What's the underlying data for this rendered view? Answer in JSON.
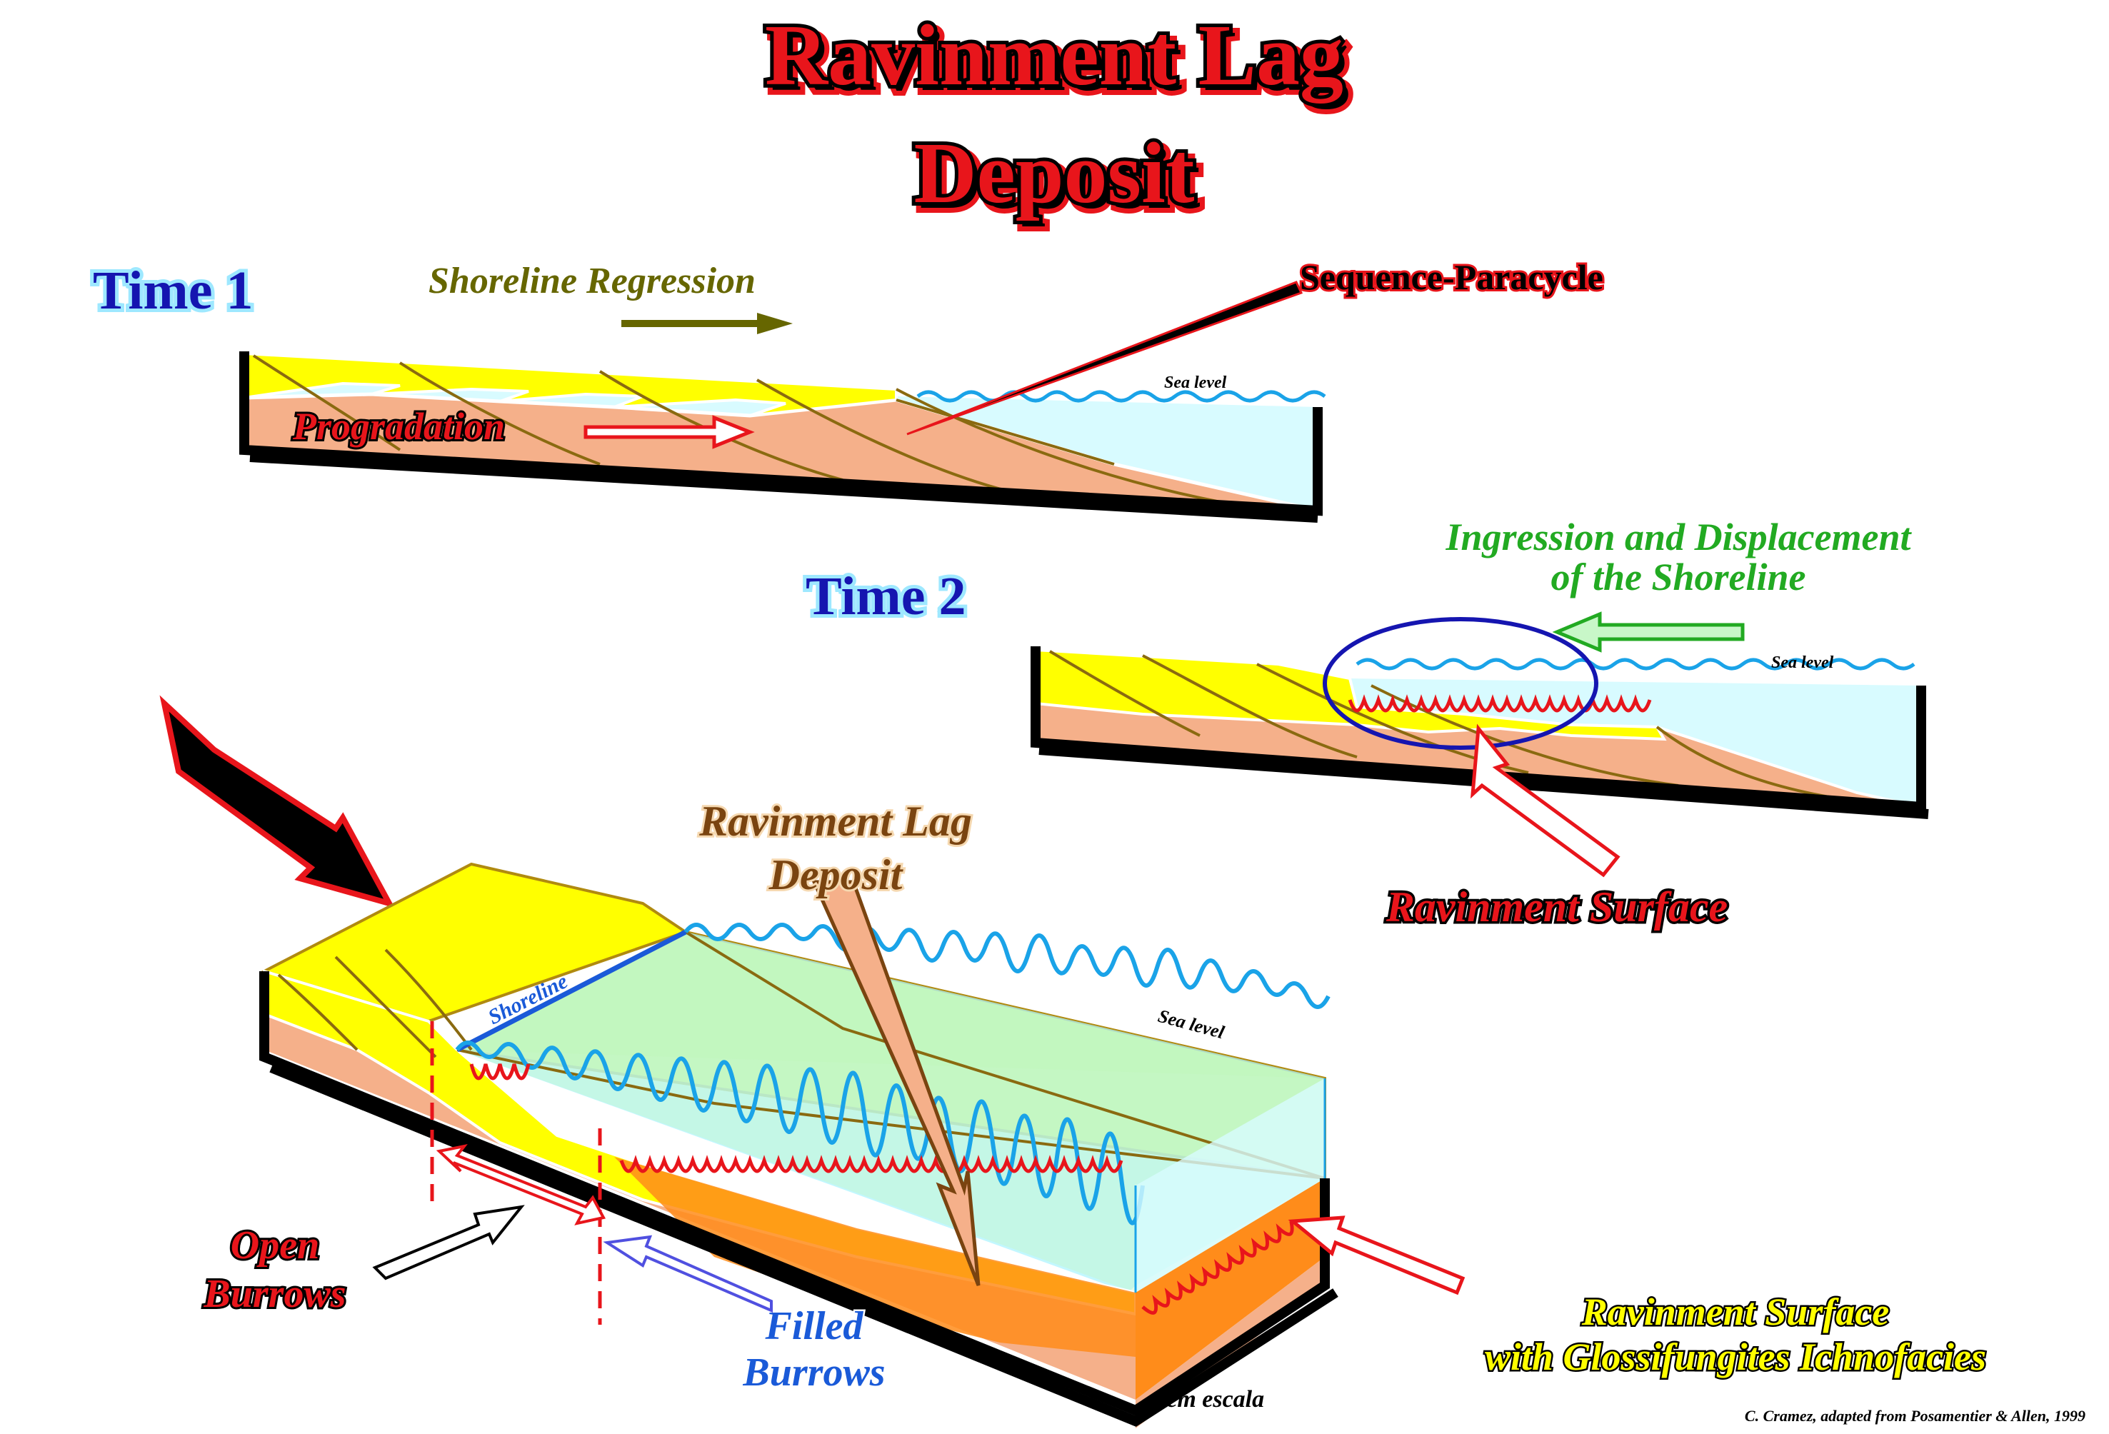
{
  "title": {
    "line1": "Ravinment Lag",
    "line2": "Deposit"
  },
  "time1": {
    "label": "Time 1",
    "regression_label": "Shoreline Regression",
    "progradation_label": "Progradation",
    "sea_level_label": "Sea level"
  },
  "sequence_label": "Sequence-Paracycle",
  "time2": {
    "label": "Time 2",
    "ingression_line1": "Ingression and Displacement",
    "ingression_line2": "of the Shoreline",
    "sea_level_label": "Sea level",
    "ravinment_surface_label": "Ravinment Surface"
  },
  "block": {
    "lag_line1": "Ravinment Lag",
    "lag_line2": "Deposit",
    "shoreline_label": "Shoreline",
    "sea_level_label": "Sea level",
    "open_burrows_line1": "Open",
    "open_burrows_line2": "Burrows",
    "filled_burrows_line1": "Filled",
    "filled_burrows_line2": "Burrows",
    "glossi_line1": "Ravinment Surface",
    "glossi_line2": "with Glossifungites Ichnofacies",
    "scale_note": "sem escala"
  },
  "credit": "C. Cramez, adapted from  Posamentier & Allen, 1999",
  "colors": {
    "yellow": "#ffff00",
    "salmon": "#f5b08a",
    "water": "#d8fbff",
    "wave": "#1aa3e8",
    "red": "#e8151b",
    "blue_text": "#1515b0",
    "olive": "#666600",
    "green": "#22aa22",
    "brown": "#7a4410",
    "orange": "#ff8c1a"
  }
}
